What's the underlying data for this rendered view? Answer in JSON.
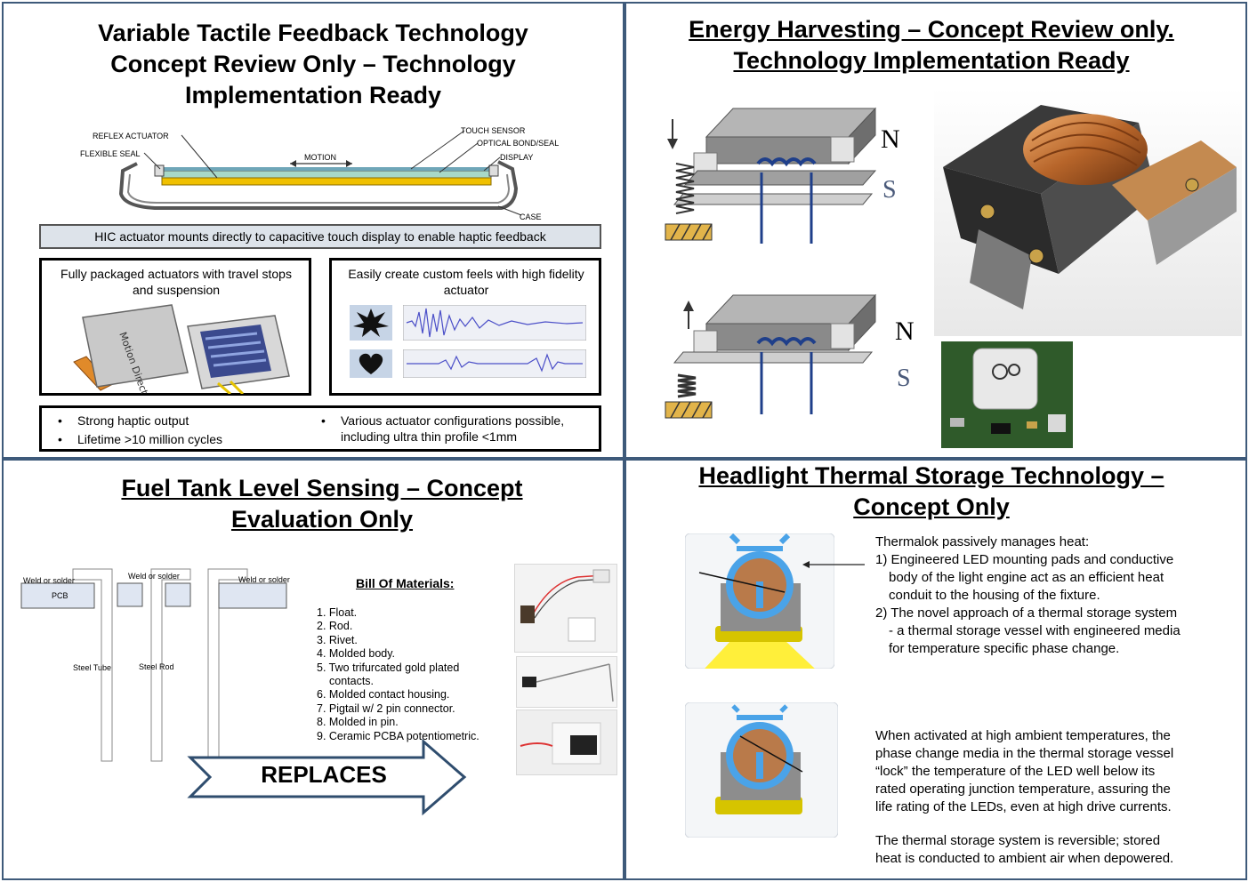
{
  "haptic": {
    "title_lines": [
      "Variable Tactile Feedback Technology",
      "Concept Review Only – Technology",
      "Implementation Ready"
    ],
    "labels": {
      "reflex_actuator": "REFLEX ACTUATOR",
      "flexible_seal": "FLEXIBLE SEAL",
      "motion": "MOTION",
      "touch_sensor": "TOUCH SENSOR",
      "optical_bond": "OPTICAL BOND/SEAL",
      "display": "DISPLAY",
      "case": "CASE"
    },
    "banner": "HIC actuator mounts directly to capacitive touch display to enable haptic feedback",
    "packaged_caption": "Fully packaged actuators with travel stops and suspension",
    "motion_direction": "Motion Direction",
    "feels_caption": "Easily create custom feels with high fidelity actuator",
    "bullets_left": [
      "Strong haptic output",
      "Lifetime >10 million cycles"
    ],
    "bullets_right": [
      "Various actuator configurations possible, including ultra thin profile <1mm"
    ]
  },
  "energy": {
    "title_lines": [
      "Energy Harvesting – Concept Review only.",
      "Technology Implementation Ready"
    ],
    "pole_n": "N",
    "pole_s": "S"
  },
  "fuel": {
    "title_lines": [
      "Fuel Tank Level Sensing – Concept",
      "Evaluation Only"
    ],
    "labels": {
      "weld1": "Weld or solder",
      "weld2": "Weld or solder",
      "weld3": "Weld or solder",
      "pcb": "PCB",
      "steel_tube": "Steel Tube",
      "steel_rod": "Steel Rod"
    },
    "bom_title": "Bill Of Materials:",
    "bom_items": [
      "1. Float.",
      "2. Rod.",
      "3. Rivet.",
      "4. Molded body.",
      "5. Two trifurcated gold plated",
      "contacts.",
      "6. Molded contact housing.",
      "7. Pigtail w/ 2 pin connector.",
      "8. Molded in pin.",
      "9. Ceramic PCBA potentiometric."
    ],
    "replaces": "REPLACES"
  },
  "headlight": {
    "title_lines": [
      "Headlight Thermal Storage Technology –",
      "Concept Only"
    ],
    "text1_lines": [
      "Thermalok passively manages heat:",
      "1) Engineered LED mounting pads and conductive",
      "body of the light engine act as an efficient heat",
      "conduit to the housing of the fixture.",
      "2) The novel approach of a thermal storage system",
      "-  a thermal storage vessel with engineered media",
      "for temperature specific phase change."
    ],
    "text2_lines": [
      "When activated at high ambient temperatures, the",
      "phase change media in the thermal storage vessel",
      "“lock” the temperature of the LED well below its",
      "rated operating junction temperature, assuring the",
      "life rating of the LEDs, even at high drive currents."
    ],
    "text3_lines": [
      "The thermal storage system is reversible; stored",
      "heat is conducted to ambient air when depowered."
    ]
  }
}
